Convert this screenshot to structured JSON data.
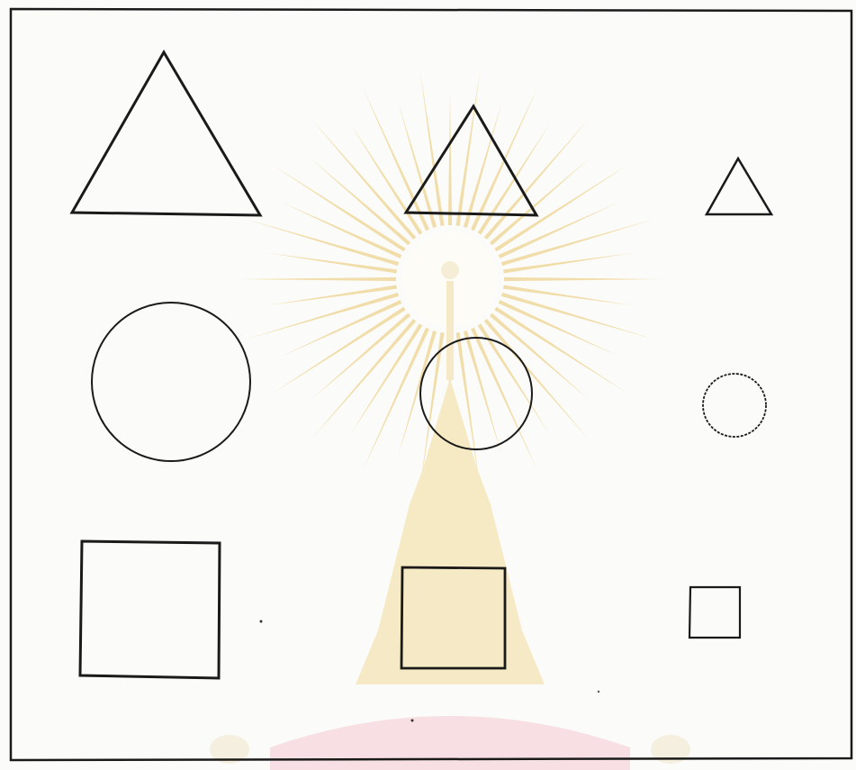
{
  "colors": {
    "ink": "#1a1a1a",
    "paper": "#fbfbf9",
    "watermark_gold": "#e9c66a",
    "watermark_pink": "#f1b6c4"
  },
  "watermark": {
    "name": "sunburst-emblem-watermark"
  },
  "grid": {
    "rows": [
      {
        "shape": "triangle",
        "sizes": [
          "large",
          "medium",
          "small"
        ]
      },
      {
        "shape": "circle",
        "sizes": [
          "large",
          "medium",
          "small"
        ]
      },
      {
        "shape": "square",
        "sizes": [
          "large",
          "medium",
          "small"
        ]
      }
    ]
  }
}
